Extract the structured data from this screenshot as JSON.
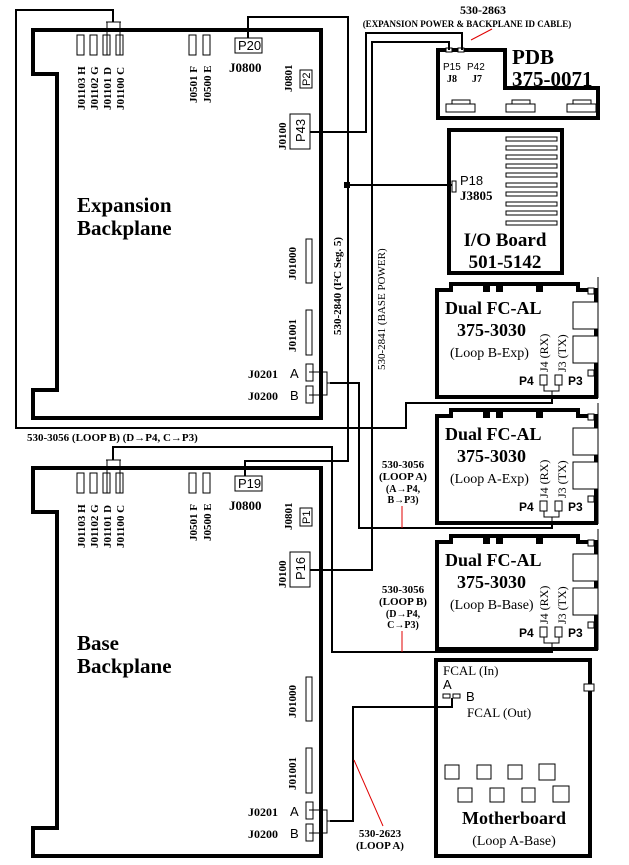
{
  "colors": {
    "line": "#000000",
    "callout": "#e00000"
  },
  "cable_2863": {
    "part": "530-2863",
    "desc": "(EXPANSION POWER & BACKPLANE ID CABLE)"
  },
  "pdb": {
    "title": "PDB",
    "part": "375-0071",
    "p15": "P15",
    "p42": "P42",
    "j8": "J8",
    "j7": "J7"
  },
  "io_board": {
    "p18": "P18",
    "j3805": "J3805",
    "title": "I/O Board",
    "part": "501-5142"
  },
  "cable_2840": "530-2840 (I²C Seg. 5)",
  "cable_2841": "530-2841 (BASE POWER)",
  "cable_loopb_exp": "530-3056 (LOOP B) (D→P4,  C→P3)",
  "cable_loopa_exp": {
    "part": "530-3056",
    "loop": "(LOOP A)",
    "m1": "(A→P4,",
    "m2": "B→P3)"
  },
  "cable_loopb_base": {
    "part": "530-3056",
    "loop": "(LOOP B)",
    "m1": "(D→P4,",
    "m2": "C→P3)"
  },
  "cable_2623": {
    "part": "530-2623",
    "loop": "(LOOP A)"
  },
  "expansion": {
    "title1": "Expansion",
    "title2": "Backplane",
    "conns": [
      "J01103 H",
      "J01102 G",
      "J01101 D",
      "J01100 C"
    ],
    "conns2": [
      "J0501 F",
      "J0500 E"
    ],
    "pwr_plug": "P20",
    "pwr_jack": "J0800",
    "j0801": "J0801",
    "p_id": "P2",
    "j0100": "J0100",
    "p_main": "P43",
    "j01000": "J01000",
    "j01001": "J01001",
    "j0201": "J0201",
    "a": "A",
    "j0200": "J0200",
    "b": "B"
  },
  "base": {
    "title1": "Base",
    "title2": "Backplane",
    "conns": [
      "J01103 H",
      "J01102 G",
      "J01101 D",
      "J01100 C"
    ],
    "conns2": [
      "J0501 F",
      "J0500 E"
    ],
    "pwr_plug": "P19",
    "pwr_jack": "J0800",
    "j0801": "J0801",
    "p_id": "P1",
    "j0100": "J0100",
    "p_main": "P16",
    "j01000": "J01000",
    "j01001": "J01001",
    "j0201": "J0201",
    "a": "A",
    "j0200": "J0200",
    "b": "B"
  },
  "fcal": [
    {
      "title": "Dual FC-AL",
      "part": "375-3030",
      "loop": "(Loop B-Exp)",
      "j4": "J4 (RX)",
      "j3": "J3 (TX)",
      "p4": "P4",
      "p3": "P3"
    },
    {
      "title": "Dual FC-AL",
      "part": "375-3030",
      "loop": "(Loop A-Exp)",
      "j4": "J4 (RX)",
      "j3": "J3 (TX)",
      "p4": "P4",
      "p3": "P3"
    },
    {
      "title": "Dual FC-AL",
      "part": "375-3030",
      "loop": "(Loop B-Base)",
      "j4": "J4 (RX)",
      "j3": "J3 (TX)",
      "p4": "P4",
      "p3": "P3"
    }
  ],
  "motherboard": {
    "fcal_in": "FCAL (In)",
    "a": "A",
    "b": "B",
    "fcal_out": "FCAL (Out)",
    "title": "Motherboard",
    "loop": "(Loop A-Base)"
  }
}
